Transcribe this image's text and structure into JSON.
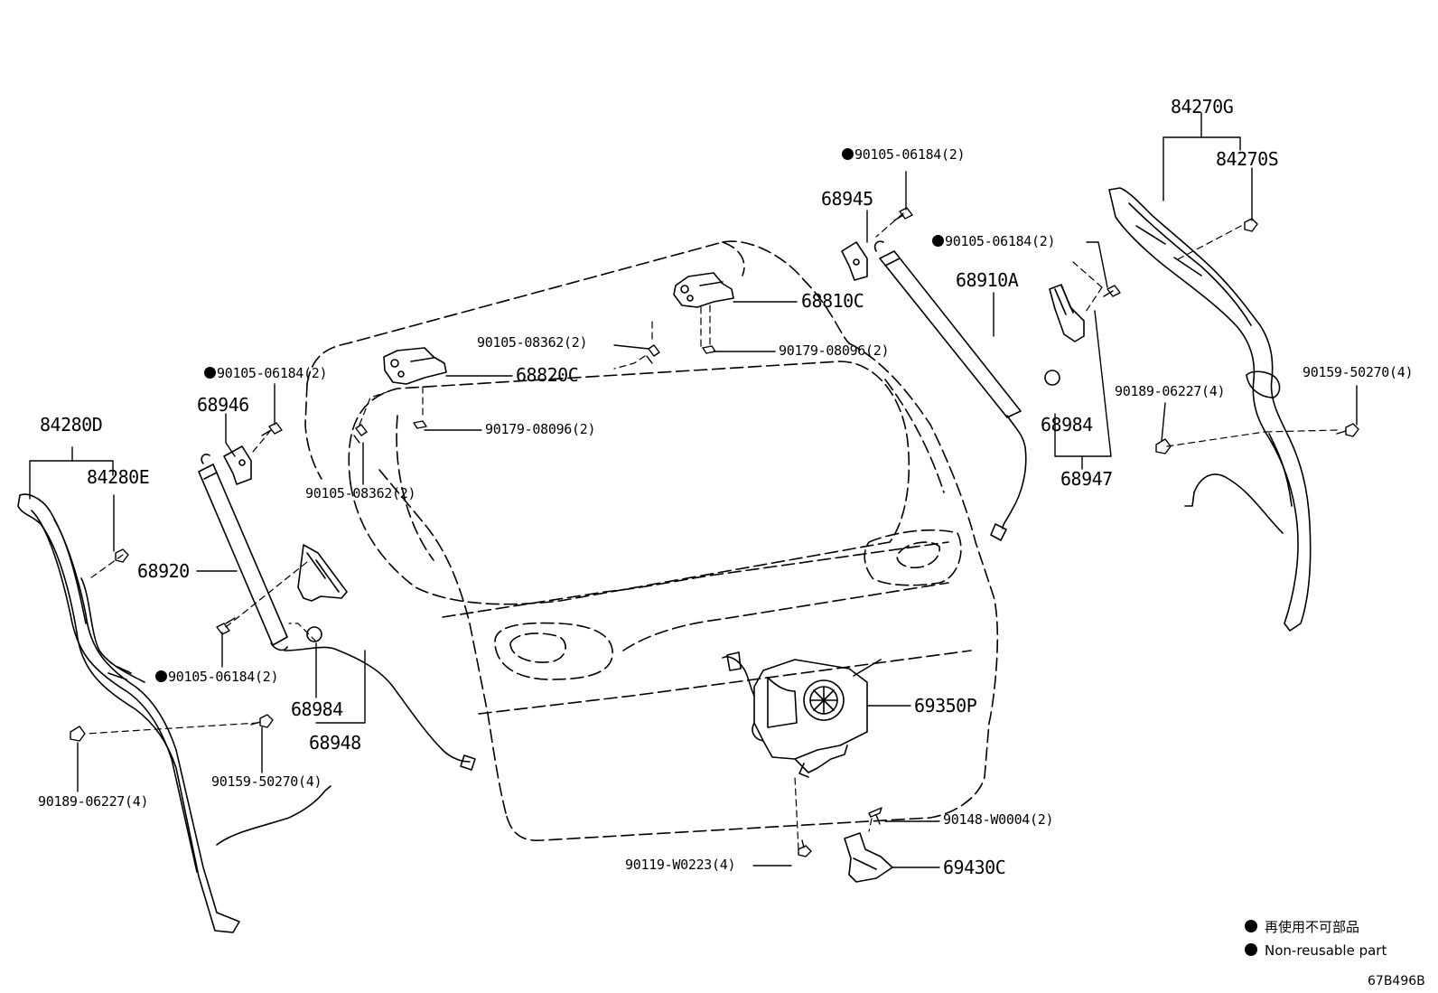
{
  "callouts": {
    "p84270G": "84270G",
    "p84270S": "84270S",
    "p90105_06184_a": "90105-06184(2)",
    "p68945": "68945",
    "p90105_06184_b": "90105-06184(2)",
    "p68910A": "68910A",
    "p68810C": "68810C",
    "p90105_08362_a": "90105-08362(2)",
    "p90179_08096_a": "90179-08096(2)",
    "p90105_06184_c": "90105-06184(2)",
    "p68820C": "68820C",
    "p68946": "68946",
    "p90179_08096_b": "90179-08096(2)",
    "p84280D": "84280D",
    "p84280E": "84280E",
    "p90105_08362_b": "90105-08362(2)",
    "p68920": "68920",
    "p90189_06227_a": "90189-06227(4)",
    "p90159_50270_a": "90159-50270(4)",
    "p68984_a": "68984",
    "p68947": "68947",
    "p90105_06184_d": "90105-06184(2)",
    "p68984_b": "68984",
    "p69350P": "69350P",
    "p68948": "68948",
    "p90159_50270_b": "90159-50270(4)",
    "p90189_06227_b": "90189-06227(4)",
    "p90148_W0004": "90148-W0004(2)",
    "p90119_W0223": "90119-W0223(4)",
    "p69430C": "69430C"
  },
  "legend": {
    "line_jp": "再使用不可部品",
    "line_en": "Non-reusable part"
  },
  "diagram_code": "67B496B"
}
